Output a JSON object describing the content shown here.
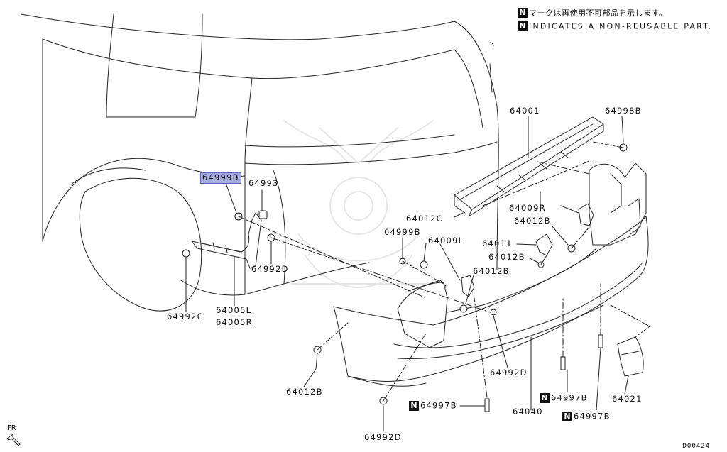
{
  "legend": {
    "mark": "N",
    "japanese": "マークは再使用不可部品を示します。",
    "english": "INDICATES A NON-REUSABLE PART."
  },
  "direction_label": "FR",
  "drawing_code": "D00424",
  "parts": {
    "p64001": "64001",
    "p64998B": "64998B",
    "p64999B_top": "64999B",
    "p64993": "64993",
    "p64012C": "64012C",
    "p64009R": "64009R",
    "p64012B_right": "64012B",
    "p64999B_mid": "64999B",
    "p64009L": "64009L",
    "p64011": "64011",
    "p64012B_mid": "64012B",
    "p64012B_center": "64012B",
    "p64992D_left": "64992D",
    "p64992C": "64992C",
    "p64005L": "64005L",
    "p64005R": "64005R",
    "p64992D_center": "64992D",
    "p64012B_bottom": "64012B",
    "p64997B_right": "64997B",
    "p64021": "64021",
    "p64040": "64040",
    "p64997B_center": "64997B",
    "p64997B_bottomright": "64997B",
    "p64992D_bottom": "64992D"
  }
}
